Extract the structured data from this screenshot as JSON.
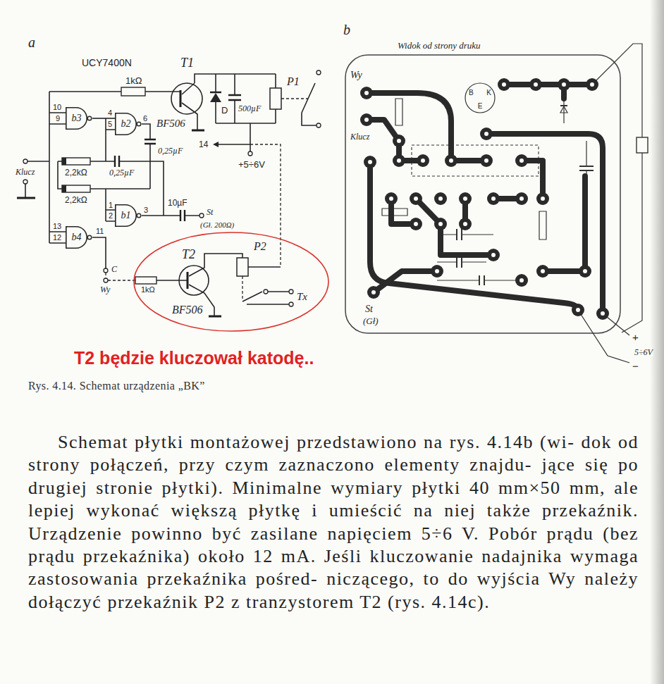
{
  "diagram": {
    "caption": "Rys. 4.14. Schemat urządzenia „BK”",
    "nodes": [
      {
        "text": [
          "b3"
        ]
      },
      {
        "text": [
          "b2"
        ]
      },
      {
        "text": [
          "b1"
        ]
      },
      {
        "text": [
          "b4"
        ]
      },
      {
        "text": [
          "B",
          "K",
          "E"
        ]
      }
    ],
    "edges": [
      {
        "from": 0,
        "to": 1,
        "arrow": "none"
      }
    ],
    "labels": [
      "a",
      "UCY7400N",
      "T1",
      "1kΩ",
      "P1",
      "D",
      "500µF",
      "10",
      "9",
      "4",
      "5",
      "6",
      "BF506",
      "0,25µF",
      "14",
      "+5÷6V",
      "Klucz",
      "2,2kΩ",
      "0,25µF",
      "2,2kΩ",
      "1",
      "2",
      "3",
      "10µF",
      "St",
      "(Gł. 200Ω)",
      "13",
      "12",
      "11",
      "T2",
      "P2",
      "C",
      "Wy",
      "1kΩ",
      "Tx",
      "BF506",
      "T2 będzie kluczował katodę..",
      "b",
      "Widok od strony druku",
      "Wy",
      "Klucz",
      "St",
      "(Gł)",
      "+",
      "5÷6V",
      "−",
      "Schemat płytki montażowej przedstawiono na rys. 4.14b (wi- dok od strony połączeń, przy czym zaznaczono elementy znajdu- jące się po drugiej stronie płytki). Minimalne wymiary płytki 40 mm×50 mm, ale lepiej wykonać większą płytkę i umieścić na niej także przekaźnik. Urządzenie powinno być zasilane napięciem 5÷6 V. Pobór prądu (bez prądu przekaźnika) około 12 mA. Jeśli kluczowanie nadajnika wymaga zastosowania przekaźnika pośred- niczącego, to do wyjścia Wy należy dołączyć przekaźnik P2 z tranzystorem T2 (rys. 4.14c)."
    ]
  }
}
